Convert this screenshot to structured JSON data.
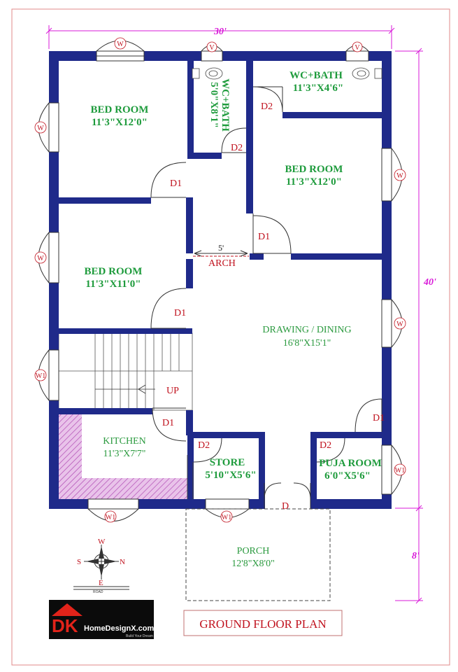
{
  "dimensions": {
    "width": "30'",
    "height": "40'",
    "porch_depth": "8'"
  },
  "rooms": {
    "bed1": {
      "name": "BED ROOM",
      "size": "11'3\"X12'0\""
    },
    "wc1": {
      "name": "WC+BATH",
      "size": "5'0\"X8'1\""
    },
    "wc2": {
      "name": "WC+BATH",
      "size": "11'3\"X4'6\""
    },
    "bed2": {
      "name": "BED ROOM",
      "size": "11'3\"X12'0\""
    },
    "bed3": {
      "name": "BED ROOM",
      "size": "11'3\"X11'0\""
    },
    "drawing": {
      "name": "DRAWING / DINING",
      "size": "16'8\"X15'1\""
    },
    "kitchen": {
      "name": "KITCHEN",
      "size": "11'3\"X7'7\""
    },
    "store": {
      "name": "STORE",
      "size": "5'10\"X5'6\""
    },
    "puja": {
      "name": "PUJA ROOM",
      "size": "6'0\"X5'6\""
    },
    "porch": {
      "name": "PORCH",
      "size": "12'8\"X8'0\""
    }
  },
  "labels": {
    "d1": "D1",
    "d2": "D2",
    "d": "D",
    "w": "W",
    "v": "V",
    "w1": "W1",
    "arch": "ARCH",
    "arch_width": "5'",
    "up": "UP"
  },
  "compass": {
    "w": "W",
    "s": "S",
    "n": "N",
    "e": "E",
    "road": "ROAD"
  },
  "logo": {
    "dk": "DK",
    "brand": "HomeDesignX.com",
    "tagline": "Build Your Dream"
  },
  "title": "GROUND FLOOR PLAN",
  "colors": {
    "wall": "#1f2a8a",
    "dimension": "#d81ad8",
    "label_red": "#c0121e",
    "room_text": "#1e9b3c",
    "kitchen_hatch": "#c060c0"
  }
}
